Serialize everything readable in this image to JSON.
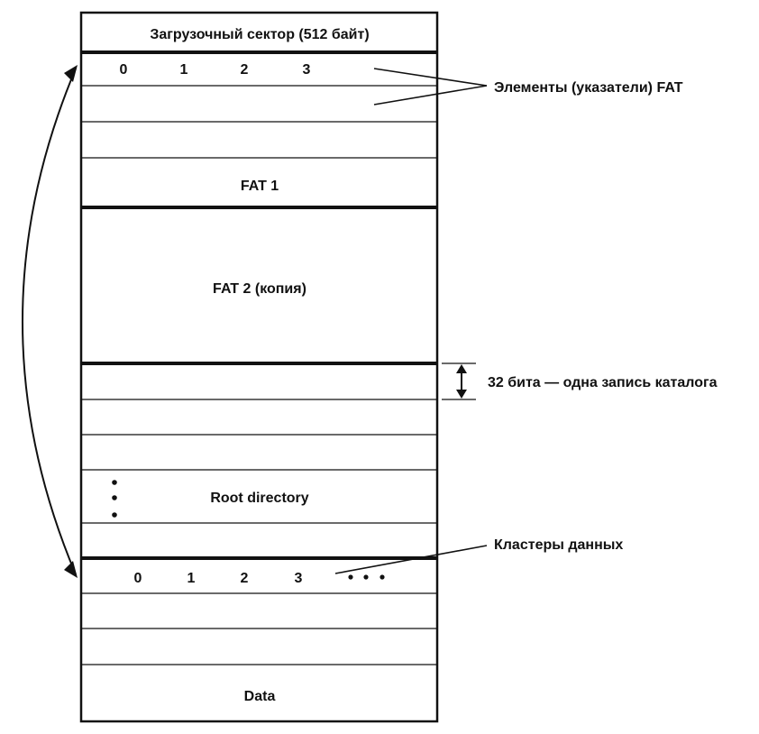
{
  "diagram": {
    "boot_sector": "Загрузочный сектор (512 байт)",
    "fat1": {
      "label": "FAT 1",
      "indices": [
        "0",
        "1",
        "2",
        "3"
      ]
    },
    "fat2": {
      "label": "FAT 2 (копия)"
    },
    "root": {
      "label": "Root directory"
    },
    "data": {
      "label": "Data",
      "indices": [
        "0",
        "1",
        "2",
        "3"
      ]
    },
    "annotations": {
      "fat_elements": "Элементы (указатели) FAT",
      "directory_entry": "32 бита — одна запись каталога",
      "data_clusters": "Кластеры данных"
    }
  }
}
